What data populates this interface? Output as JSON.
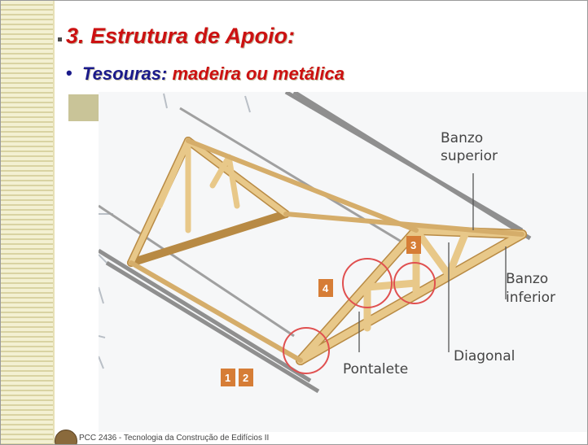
{
  "slide": {
    "title": "3. Estrutura de Apoio:",
    "subtitle_bullet": "•",
    "subtitle_part1": "Tesouras:",
    "subtitle_part2": "madeira ou metálica",
    "footer": "PCC 2436 - Tecnologia da Construção de Edifícios II"
  },
  "figure": {
    "labels": {
      "banzo_superior_1": "Banzo",
      "banzo_superior_2": "superior",
      "banzo_inferior_1": "Banzo",
      "banzo_inferior_2": "inferior",
      "pontalete": "Pontalete",
      "diagonal": "Diagonal"
    },
    "markers": [
      "1",
      "2",
      "3",
      "4"
    ]
  },
  "colors": {
    "title_red": "#cc1111",
    "subtitle_blue": "#1a1a8a",
    "wood": "#e8c889",
    "wood_dark": "#b88a44",
    "marker_orange": "#d67d36",
    "circle_red": "#e05050"
  }
}
